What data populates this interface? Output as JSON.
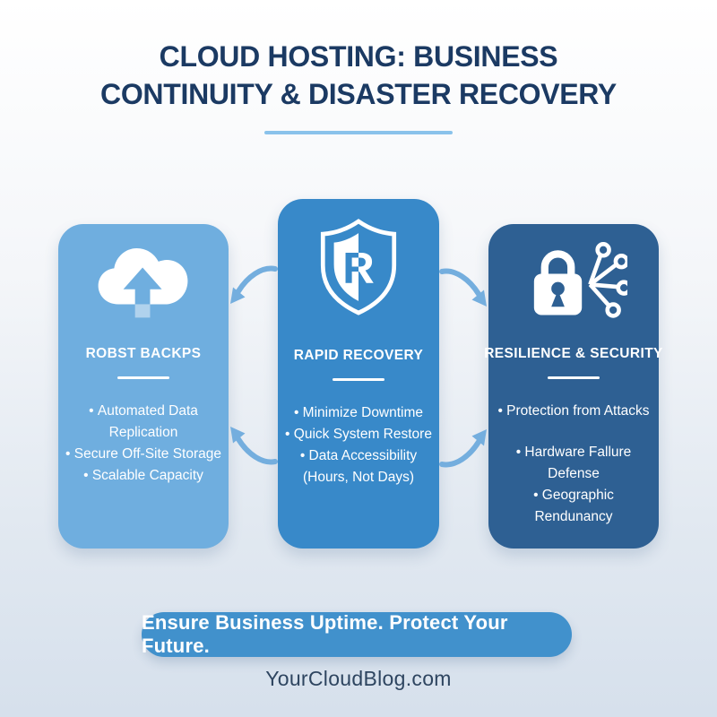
{
  "title": {
    "line1": "CLOUD HOSTING: BUSINESS",
    "line2": "CONTINUITY & DISASTER RECOVERY"
  },
  "cards": [
    {
      "id": "robust-backups",
      "icon": "cloud-upload-icon",
      "color": "#6FAEDF",
      "title": "ROBST BACKPS",
      "bullets": [
        "Automated Data Replication",
        "Secure Off-Site Storage",
        "Scalable Capacity"
      ]
    },
    {
      "id": "rapid-recovery",
      "icon": "shield-r-icon",
      "color": "#3889C9",
      "title": "RAPID RECOVERY",
      "bullets": [
        "Minimize Downtime",
        "Quick System Restore",
        "Data Accessibility"
      ],
      "bullet_note": "(Hours, Not Days)"
    },
    {
      "id": "resilience-security",
      "icon": "lock-network-icon",
      "color": "#2E6093",
      "title": "RESILIENCE & SECURITY",
      "bullets": [
        "Protection from Attacks",
        "Hardware Fallure Defense",
        "Geographic Rendunancy"
      ]
    }
  ],
  "banner": {
    "text": "Ensure Business Uptime. Protect Your Future.",
    "color": "#4191CC"
  },
  "footer": {
    "text": "YourCloudBlog.com"
  },
  "colors": {
    "title_text": "#1B3A63",
    "title_underline": "#8AC2EB",
    "card_light_blue": "#6FAEDF",
    "card_medium_blue": "#3889C9",
    "card_dark_blue": "#2E6093",
    "arrow_blue": "#74AEDE",
    "banner_blue": "#4191CC",
    "footer_text": "#2E4560",
    "background_bottom": "#D6E0EC"
  }
}
